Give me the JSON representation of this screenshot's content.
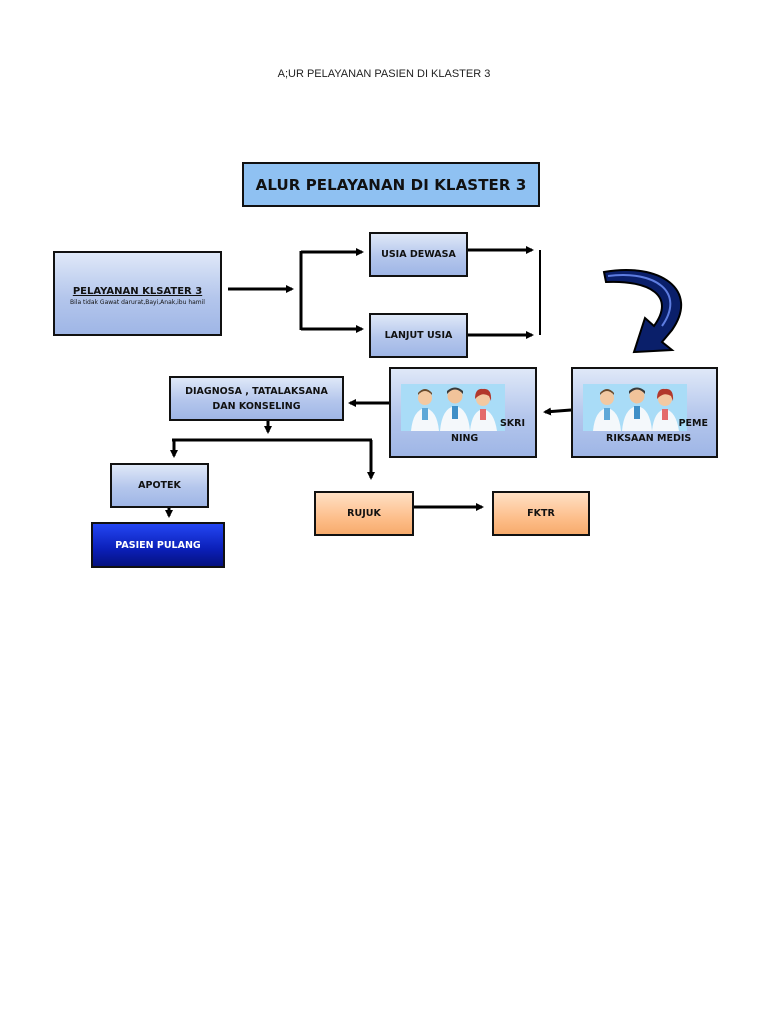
{
  "page_heading": "A;UR PELAYANAN PASIEN DI KLASTER 3",
  "title": "ALUR PELAYANAN DI KLASTER 3",
  "klaster": {
    "label": "PELAYANAN KLSATER 3",
    "note": "Bila tidak Gawat darurat,Bayi,Anak,ibu hamil"
  },
  "usia_dewasa": "USIA DEWASA",
  "lanjut_usia": "LANJUT USIA",
  "diagnosa": "DIAGNOSA , TATALAKSANA DAN KONSELING",
  "skrining": {
    "part1": "SKRI",
    "part2": "NING"
  },
  "pemeriksaan": {
    "part1": "PEME",
    "part2": "RIKSAAN MEDIS"
  },
  "apotek": "APOTEK",
  "pasien_pulang": "PASIEN PULANG",
  "rujuk": "RUJUK",
  "fktr": "FKTR",
  "colors": {
    "title_fill": "#8fc1f2",
    "box_fill": "#b4c6ec",
    "rujuk_fill": "#fdbf8c",
    "pulang_fill": "#0b1fb8",
    "curved_arrow": "#0a1f6a"
  },
  "icons": [
    "doctors-group-illustration",
    "curved-arrow"
  ]
}
